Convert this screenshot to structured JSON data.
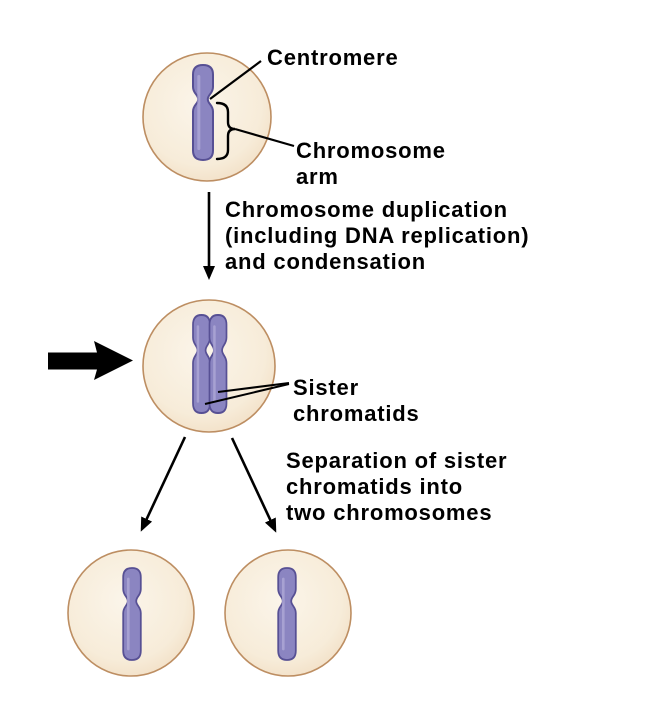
{
  "labels": {
    "centromere": "Centromere",
    "chromosome_arm": "Chromosome\narm",
    "sister_chromatids": "Sister\nchromatids"
  },
  "captions": {
    "duplication": "Chromosome duplication\n(including DNA replication)\nand condensation",
    "separation": "Separation of sister\nchromatids into\ntwo chromosomes"
  },
  "colors": {
    "background": "#ffffff",
    "cell_fill_center": "#fbf5ea",
    "cell_fill_mid": "#f7ecd9",
    "cell_fill_edge": "#f1ddc2",
    "cell_border": "#bd8e62",
    "chromosome_fill": "#8b85c1",
    "chromosome_outline": "#575094",
    "chromosome_highlight": "#aea8d6",
    "ink": "#000000"
  }
}
